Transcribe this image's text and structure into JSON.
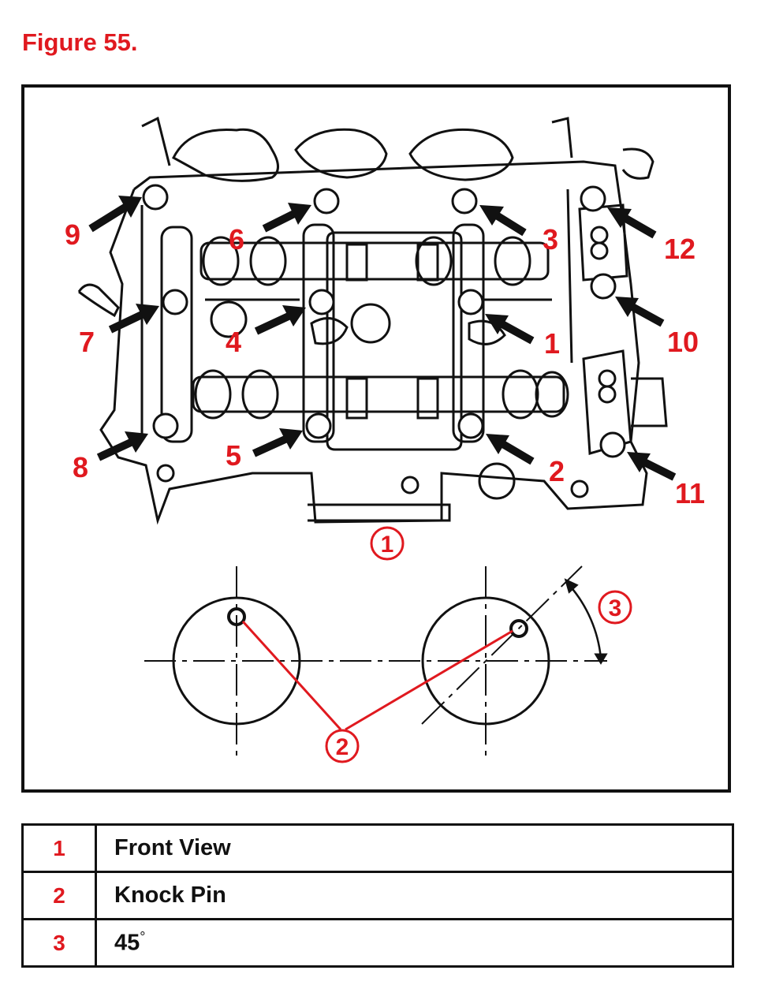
{
  "figure_title": "Figure 55.",
  "callouts": [
    "1",
    "2",
    "3",
    "4",
    "5",
    "6",
    "7",
    "8",
    "9",
    "10",
    "11",
    "12"
  ],
  "circled_labels": {
    "front_view": "1",
    "knock_pin": "2",
    "angle": "3"
  },
  "legend": [
    {
      "number": "1",
      "description": "Front View"
    },
    {
      "number": "2",
      "description": "Knock Pin"
    },
    {
      "number": "3",
      "description": "45",
      "unit_symbol": "°"
    }
  ],
  "colors": {
    "accent": "#e0191f",
    "line": "#111111"
  }
}
